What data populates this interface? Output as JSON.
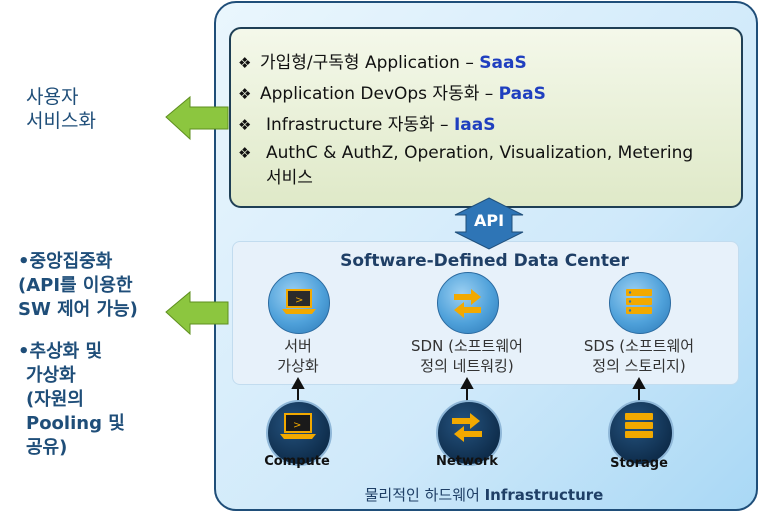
{
  "left": {
    "user_service": [
      "사용자",
      "서비스화"
    ],
    "centralization": [
      "•중앙집중화",
      "(API를 이용한",
      "SW 제어 가능)"
    ],
    "abstraction": [
      "•추상화 및",
      "가상화",
      "(자원의",
      "Pooling 및",
      "공유)"
    ]
  },
  "services": [
    {
      "text": "가입형/구독형 Application – ",
      "strong": "SaaS"
    },
    {
      "text": "Application DevOps 자동화 – ",
      "strong": "PaaS"
    },
    {
      "text": "Infrastructure 자동화 – ",
      "strong": "IaaS"
    },
    {
      "text": "AuthC & AuthZ, Operation, Visualization, Metering",
      "text2": "서비스"
    }
  ],
  "bullet": "❖",
  "api_label": "API",
  "sddc": {
    "title": "Software-Defined Data Center",
    "items": [
      {
        "icon": "laptop-icon",
        "caption": [
          "서버",
          "가상화"
        ]
      },
      {
        "icon": "arrows-icon",
        "caption": [
          "SDN (소프트웨어",
          "정의 네트워킹)"
        ]
      },
      {
        "icon": "server-stack-icon",
        "caption": [
          "SDS (소프트웨어",
          "정의 스토리지)"
        ]
      }
    ]
  },
  "infra": [
    {
      "icon": "laptop-icon",
      "label": "Compute"
    },
    {
      "icon": "arrows-icon",
      "label": "Network"
    },
    {
      "icon": "server-stack-icon",
      "label": "Storage"
    }
  ],
  "footer": {
    "ko": "물리적인 하드웨어 ",
    "en": "Infrastructure"
  },
  "colors": {
    "arrow_green": "#8cc63f",
    "brand_navy": "#1f4e79",
    "api_blue": "#2e75b6",
    "strong_blue": "#1f3fbf"
  }
}
